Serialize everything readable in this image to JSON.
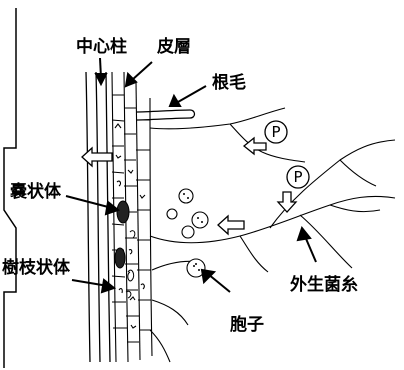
{
  "labels": {
    "central_cylinder": "中心柱",
    "cortex": "皮層",
    "root_hair": "根毛",
    "vesicle": "嚢状体",
    "arbuscule": "樹枝状体",
    "external_hyphae": "外生菌糸",
    "spore": "胞子",
    "phosphorus_1": "P",
    "phosphorus_2": "P"
  }
}
